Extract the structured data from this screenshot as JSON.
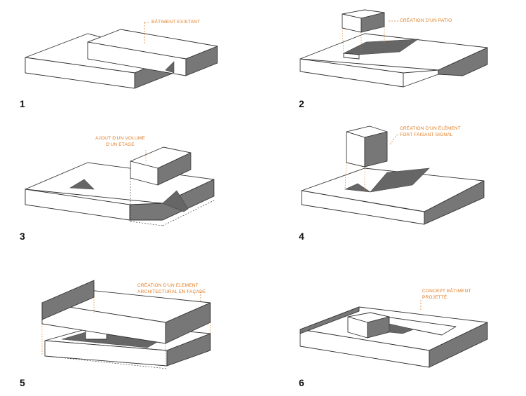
{
  "steps": [
    {
      "number": "1",
      "note": [
        "BÂTIMENT EXISTANT"
      ]
    },
    {
      "number": "2",
      "note": [
        "CRÉATION D'UN PATIO"
      ]
    },
    {
      "number": "3",
      "note": [
        "AJOUT D'UN VOLUME",
        "D'UN ETAGE"
      ]
    },
    {
      "number": "4",
      "note": [
        "CRÉATION D'UN ÉLÉMENT",
        "FORT FAISANT SIGNAL"
      ]
    },
    {
      "number": "5",
      "note": [
        "CRÉATION D'UN ELEMENT",
        "ARCHITECTURAL EN FAÇADE"
      ]
    },
    {
      "number": "6",
      "note": [
        "CONCEPT BÂTIMENT",
        "PROJETTÉ"
      ]
    }
  ],
  "colors": {
    "accent": "#e07a20",
    "line": "#333333",
    "shade": "#777777",
    "background": "#ffffff"
  }
}
